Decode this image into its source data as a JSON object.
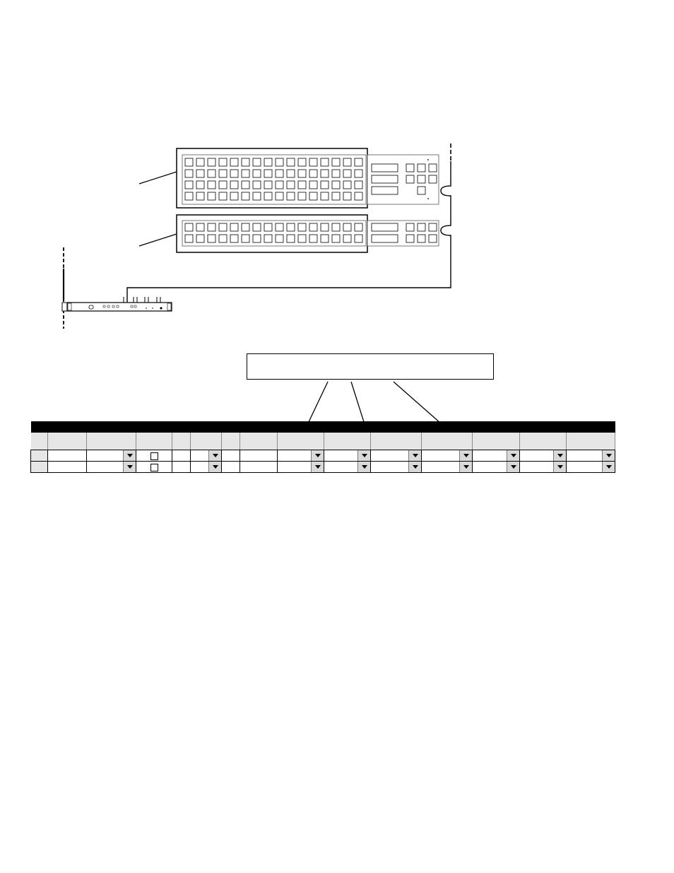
{
  "diagram": {
    "panels": [
      {
        "id": "upper-panel",
        "button_rows": 4,
        "button_cols": 16
      },
      {
        "id": "lower-panel",
        "button_rows": 2,
        "button_cols": 16
      }
    ],
    "callout_text": ""
  },
  "config_table": {
    "columns": [
      {
        "label": "",
        "kind": "rowhead"
      },
      {
        "label": "",
        "kind": "text"
      },
      {
        "label": "",
        "kind": "dropdown"
      },
      {
        "label": "",
        "kind": "checkbox"
      },
      {
        "label": "",
        "kind": "text"
      },
      {
        "label": "",
        "kind": "dropdown"
      },
      {
        "label": "",
        "kind": "text"
      },
      {
        "label": "",
        "kind": "text"
      },
      {
        "label": "",
        "kind": "dropdown"
      },
      {
        "label": "",
        "kind": "dropdown"
      },
      {
        "label": "",
        "kind": "dropdown"
      },
      {
        "label": "",
        "kind": "dropdown"
      },
      {
        "label": "",
        "kind": "dropdown"
      },
      {
        "label": "",
        "kind": "dropdown"
      },
      {
        "label": "",
        "kind": "dropdown"
      }
    ],
    "rows": [
      {
        "checked": false
      },
      {
        "checked": false
      }
    ]
  }
}
